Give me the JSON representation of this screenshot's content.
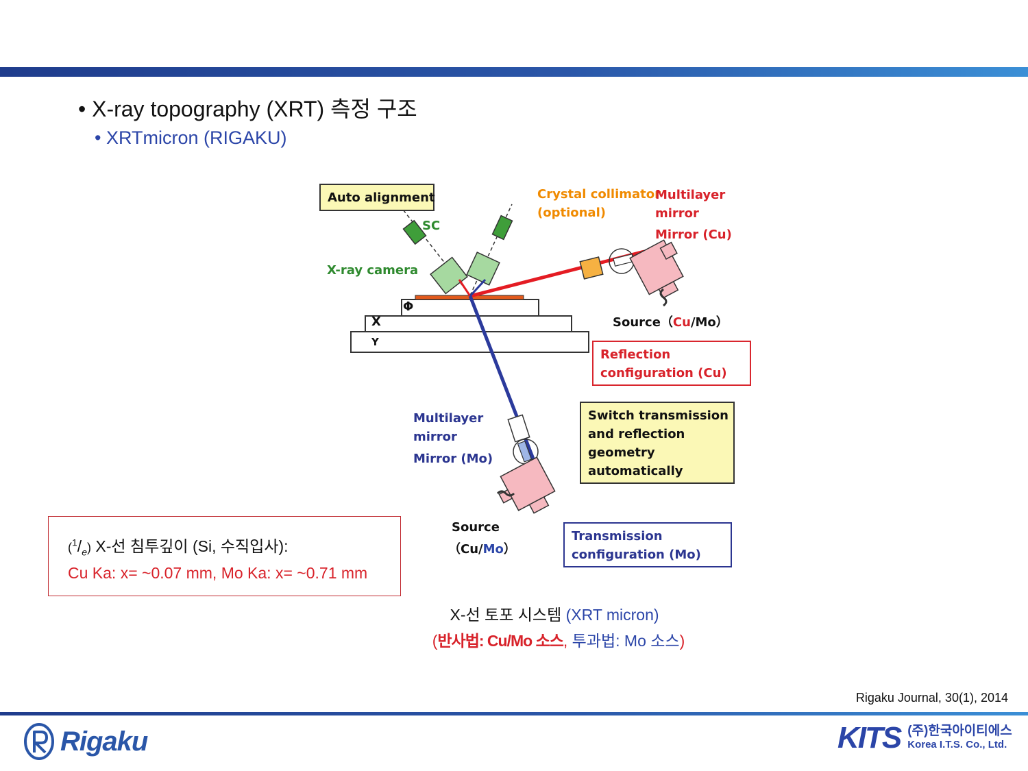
{
  "slide": {
    "bullet1": "• X-ray topography (XRT) 측정 구조",
    "bullet2": "• XRTmicron (RIGAKU)"
  },
  "diagram": {
    "auto_alignment": "Auto alignment",
    "sc": "SC",
    "xray_camera": "X-ray camera",
    "crystal_collimator_1": "Crystal collimator",
    "crystal_collimator_2": "(optional)",
    "multilayer_top_1": "Multilayer",
    "multilayer_top_2": "mirror",
    "mirror_cu": "Mirror (Cu)",
    "stage_phi": "Φ",
    "stage_x": "X",
    "stage_y": "Y",
    "source_top_prefix": "Source（",
    "source_top_cu": "Cu",
    "source_top_mo": "/Mo）",
    "reflection_1": "Reflection",
    "reflection_2": "configuration (Cu)",
    "switch_1": "Switch transmission",
    "switch_2": "and reflection",
    "switch_3": "geometry",
    "switch_4": "automatically",
    "multilayer_bottom_1": "Multilayer",
    "multilayer_bottom_2": "mirror",
    "mirror_mo": "Mirror (Mo)",
    "source_bottom_1": "Source",
    "source_bottom_open": "（Cu/",
    "source_bottom_mo": "Mo",
    "source_bottom_close": "）",
    "transmission_1": "Transmission",
    "transmission_2": "configuration (Mo)"
  },
  "penetration": {
    "fraction_open": "(",
    "fraction_num": "1",
    "fraction_slash": "/",
    "fraction_den": "e",
    "fraction_close": ")",
    "line1_text": " X-선 침투깊이 (Si, 수직입사):",
    "line2": "Cu Ka: x= ~0.07 mm, Mo Ka: x= ~0.71 mm"
  },
  "caption": {
    "line1_black": "X-선 토포 시스템 ",
    "line1_blue": "(XRT micron)",
    "line2_open": "(",
    "line2_bold": "반사법: Cu/Mo 소스",
    "line2_comma": ", ",
    "line2_blue": "투과법: Mo 소스",
    "line2_close": ")"
  },
  "reference": "Rigaku Journal, 30(1), 2014",
  "logos": {
    "rigaku": "Rigaku",
    "kits": "KITS",
    "kits_korean": "(주)한국아이티에스",
    "kits_english": "Korea I.T.S. Co., Ltd."
  },
  "colors": {
    "reflection_beam": "#e41c23",
    "transmission_beam": "#2b3a9c",
    "label_green": "#2f8a2f",
    "label_orange": "#f08a00",
    "label_red": "#d8222a",
    "label_blue": "#2b3590",
    "detector_green": "#a6d9a0",
    "source_pink": "#f6b9c0"
  }
}
